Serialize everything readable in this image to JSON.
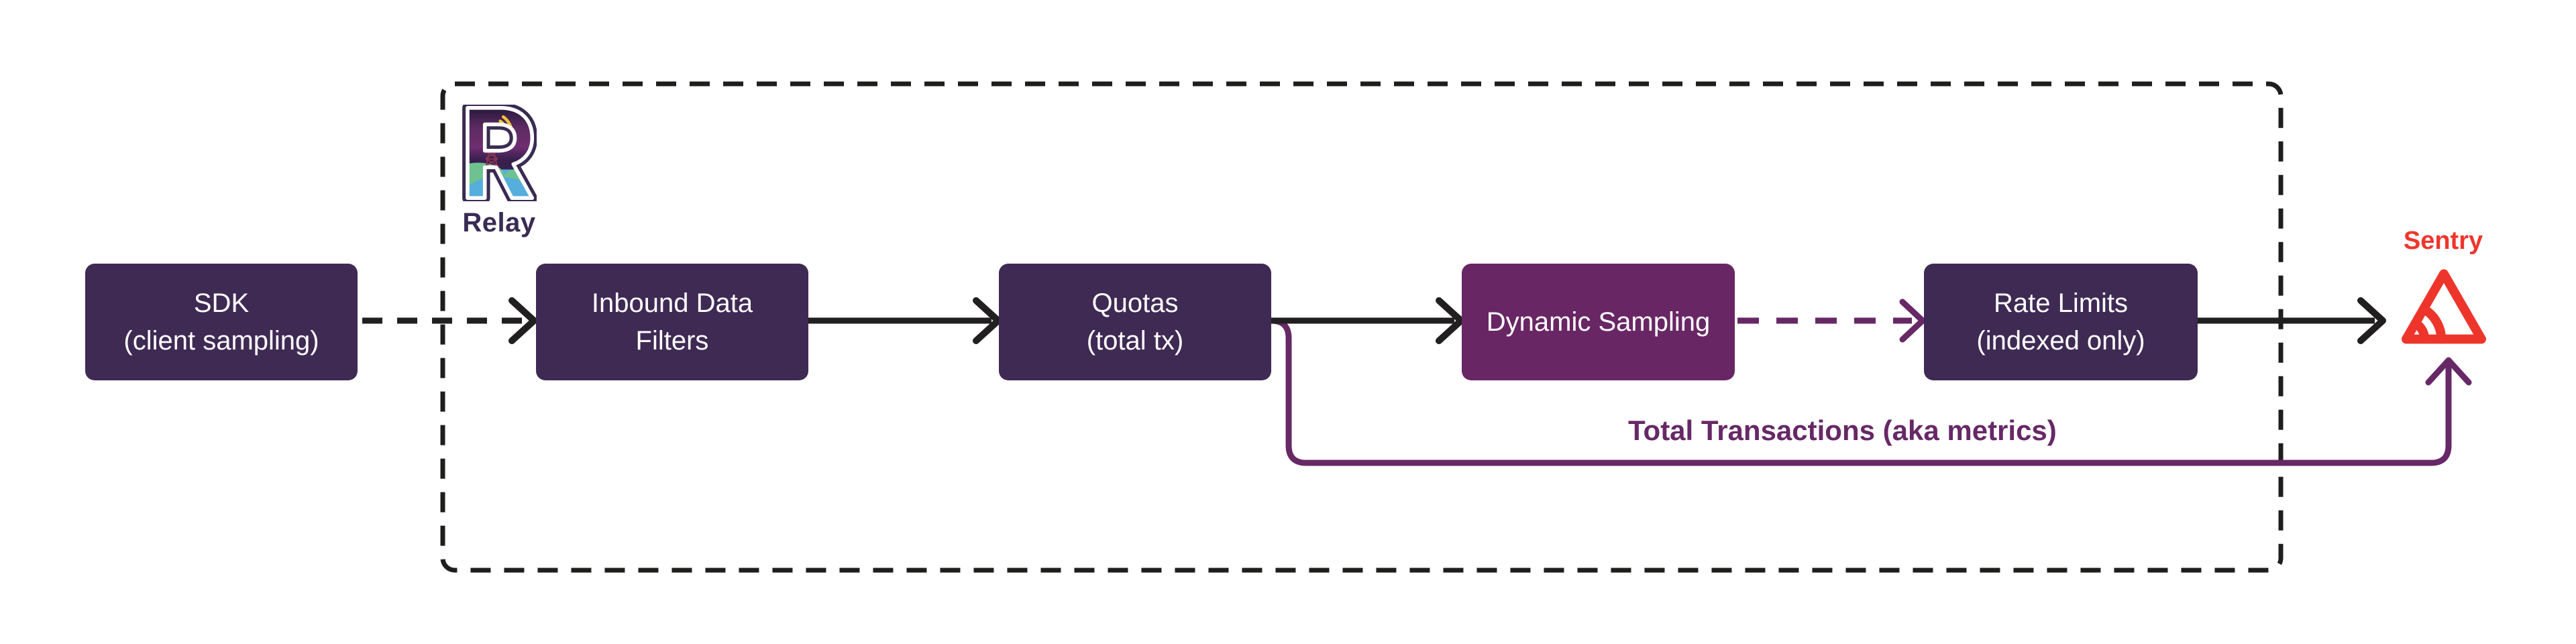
{
  "colors": {
    "node_fill": "#3F2A54",
    "accent_node_fill": "#692664",
    "node_text": "#FFFFFF",
    "arrow_black": "#221F20",
    "border_dash": "#1E1E1C",
    "purple": "#672866",
    "relay_text": "#3A2B52",
    "sentry_red": "#EE352C"
  },
  "relay": {
    "caption": "Relay",
    "icon": "relay-logo-icon"
  },
  "sentry": {
    "caption": "Sentry",
    "icon": "sentry-logo-icon"
  },
  "nodes": {
    "sdk": {
      "line1": "SDK",
      "line2": "(client sampling)"
    },
    "inbound_data_filters": {
      "line1": "Inbound Data",
      "line2": "Filters"
    },
    "quotas": {
      "line1": "Quotas",
      "line2": "(total tx)"
    },
    "dynamic_sampling": {
      "line1": "Dynamic Sampling",
      "line2": ""
    },
    "rate_limits": {
      "line1": "Rate Limits",
      "line2": "(indexed only)"
    }
  },
  "labels": {
    "total_transactions": "Total Transactions (aka metrics)"
  },
  "edges": [
    {
      "from": "sdk",
      "to": "inbound_data_filters",
      "style": "dashed",
      "color": "black"
    },
    {
      "from": "inbound_data_filters",
      "to": "quotas",
      "style": "solid",
      "color": "black"
    },
    {
      "from": "quotas",
      "to": "dynamic_sampling",
      "style": "solid",
      "color": "black"
    },
    {
      "from": "dynamic_sampling",
      "to": "rate_limits",
      "style": "dashed",
      "color": "purple"
    },
    {
      "from": "rate_limits",
      "to": "sentry",
      "style": "solid",
      "color": "black"
    },
    {
      "from": "quotas",
      "to": "sentry",
      "style": "solid",
      "color": "purple"
    }
  ]
}
